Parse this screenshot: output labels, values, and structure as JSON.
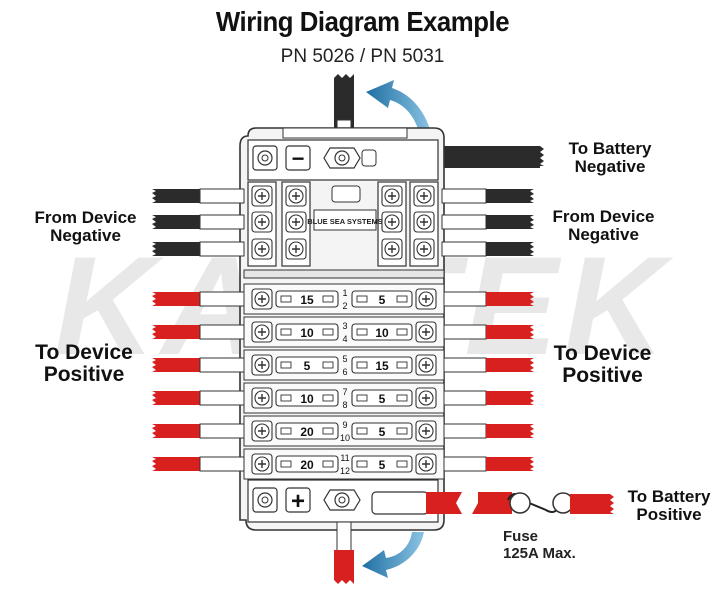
{
  "title": "Wiring Diagram Example",
  "subtitle": "PN 5026 / PN 5031",
  "brand_logo": "BLUE SEA SYSTEMS",
  "watermark": "KARTEK",
  "labels": {
    "to_battery_negative": [
      "To Battery",
      "Negative"
    ],
    "from_device_negative_left": [
      "From Device",
      "Negative"
    ],
    "from_device_negative_right": [
      "From Device",
      "Negative"
    ],
    "to_device_positive_left": [
      "To Device",
      "Positive"
    ],
    "to_device_positive_right": [
      "To Device",
      "Positive"
    ],
    "to_battery_positive": [
      "To Battery",
      "Positive"
    ],
    "fuse": [
      "Fuse",
      "125A Max."
    ]
  },
  "terminals": {
    "negative_symbol": "−",
    "positive_symbol": "+"
  },
  "fuse_rows": [
    {
      "left_amp": "15",
      "left_num": "1",
      "right_num": "2",
      "right_amp": "5"
    },
    {
      "left_amp": "10",
      "left_num": "3",
      "right_num": "4",
      "right_amp": "10"
    },
    {
      "left_amp": "5",
      "left_num": "5",
      "right_num": "6",
      "right_amp": "15"
    },
    {
      "left_amp": "10",
      "left_num": "7",
      "right_num": "8",
      "right_amp": "5"
    },
    {
      "left_amp": "20",
      "left_num": "9",
      "right_num": "10",
      "right_amp": "5"
    },
    {
      "left_amp": "20",
      "left_num": "11",
      "right_num": "12",
      "right_amp": "5"
    }
  ],
  "colors": {
    "wire_black": "#2b2b2b",
    "wire_red": "#d8201f",
    "arrow_blue": "#3a8fc0",
    "block_gray": "#f2f2f2",
    "outline": "#333333"
  }
}
